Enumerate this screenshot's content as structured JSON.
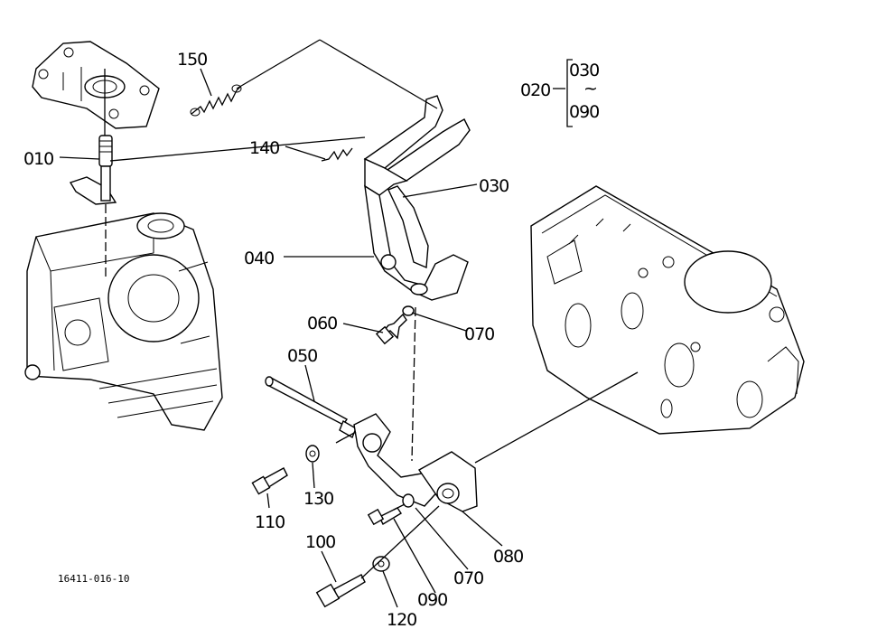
{
  "diagram": {
    "drawing_number": "16411-016-10",
    "labels": {
      "p010": "010",
      "p150": "150",
      "p140": "140",
      "p030": "030",
      "p040": "040",
      "p060": "060",
      "p070a": "070",
      "p050": "050",
      "p130": "130",
      "p110": "110",
      "p100": "100",
      "p120": "120",
      "p090": "090",
      "p070b": "070",
      "p080": "080",
      "group_020": "020",
      "group_030": "030",
      "group_tilde": "~",
      "group_090": "090"
    }
  }
}
